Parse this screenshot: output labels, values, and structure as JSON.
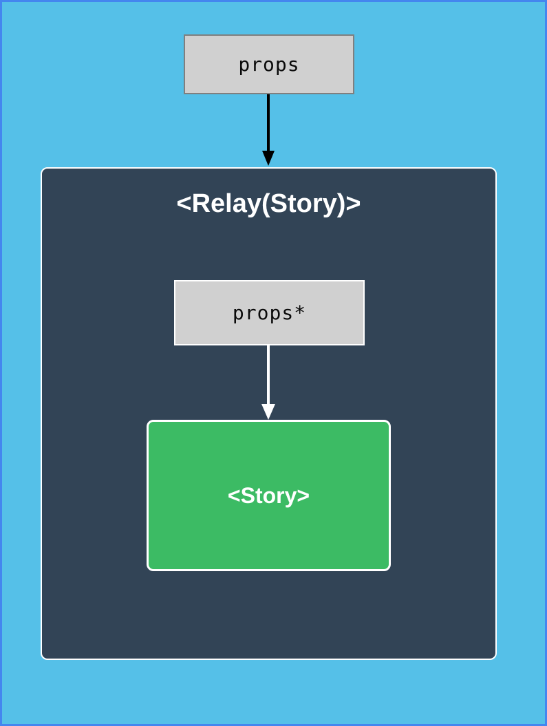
{
  "diagram": {
    "props_box": {
      "label": "props"
    },
    "relay_container": {
      "title": "<Relay(Story)>"
    },
    "props_star_box": {
      "label": "props*"
    },
    "story_box": {
      "label": "<Story>"
    },
    "colors": {
      "page_background": "#55c0e8",
      "page_border": "#4486ef",
      "container_fill": "#324456",
      "container_border": "#ffffff",
      "gray_box_fill": "#d0d0d0",
      "gray_box_border": "#7f7f7f",
      "green_fill": "#3cbb64",
      "arrow_top": "#000000",
      "arrow_inner": "#ffffff",
      "title_text": "#ffffff",
      "box_text": "#000000"
    }
  }
}
